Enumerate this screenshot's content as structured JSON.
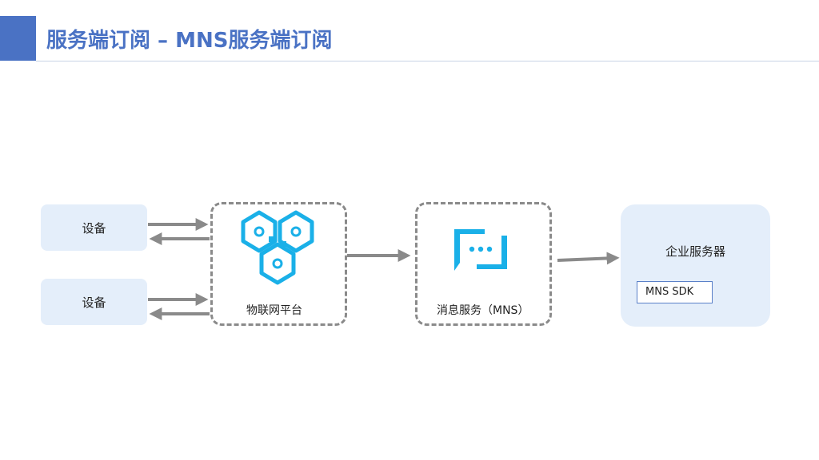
{
  "header": {
    "title": "服务端订阅 – MNS服务端订阅"
  },
  "devices": [
    {
      "label": "设备"
    },
    {
      "label": "设备"
    }
  ],
  "iot_platform": {
    "label": "物联网平台",
    "icon": "iot-hexagon-cluster-icon"
  },
  "mns": {
    "label": "消息服务（MNS）",
    "icon": "message-bubble-icon"
  },
  "server": {
    "label": "企业服务器",
    "sdk_label": "MNS SDK"
  },
  "colors": {
    "accent": "#4a72c4",
    "icon": "#1ab0e8",
    "arrow": "#8a8a8a",
    "box_fill": "#e4eefa"
  }
}
